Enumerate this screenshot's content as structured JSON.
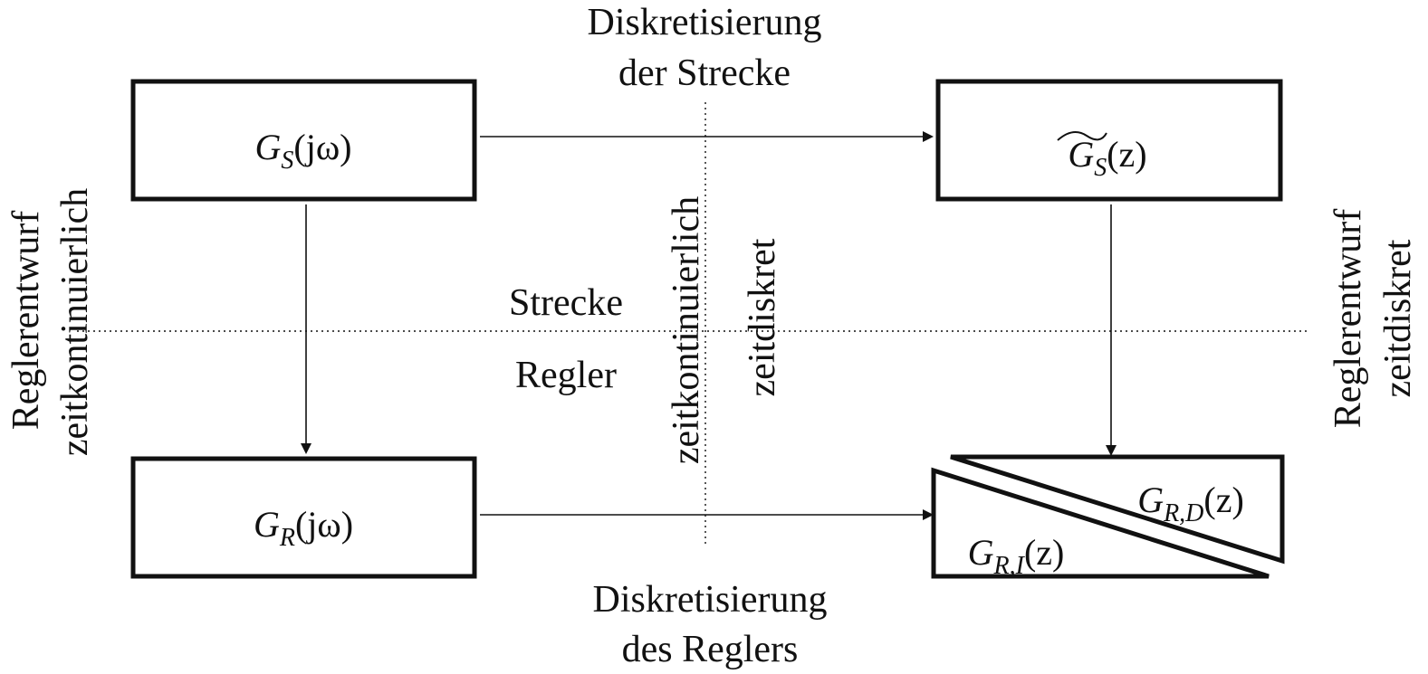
{
  "labels": {
    "top_line1": "Diskretisierung",
    "top_line2": "der Strecke",
    "bottom_line1": "Diskretisierung",
    "bottom_line2": "des Reglers",
    "left_line1": "Reglerentwurf",
    "left_line2": "zeitkontinuierlich",
    "right_line1": "Reglerentwurf",
    "right_line2": "zeitdiskret",
    "center_upper": "Strecke",
    "center_lower": "Regler",
    "vertical_a": "zeitkontinuierlich",
    "vertical_b": "zeitdiskret"
  },
  "blocks": {
    "gs_continuous": {
      "symbol": "G",
      "subscript": "S",
      "argument": "(jω)"
    },
    "gs_discrete": {
      "symbol": "G",
      "subscript": "S",
      "argument": "(z)",
      "accent": "tilde"
    },
    "gr_continuous": {
      "symbol": "G",
      "subscript": "R",
      "argument": "(jω)"
    },
    "gr_discrete_d": {
      "symbol": "G",
      "subscript": "R,D",
      "argument": "(z)"
    },
    "gr_discrete_i": {
      "symbol": "G",
      "subscript": "R,I",
      "argument": "(z)"
    }
  }
}
